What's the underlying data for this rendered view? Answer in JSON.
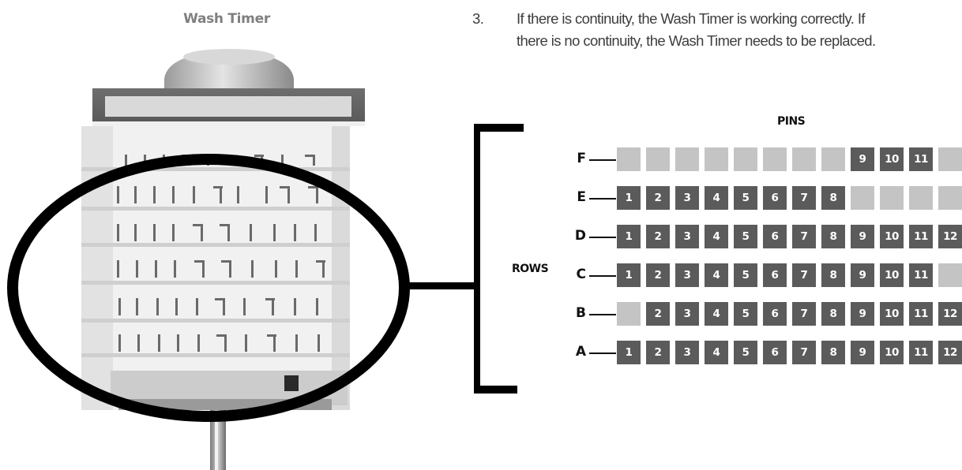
{
  "photo": {
    "caption": "Wash Timer"
  },
  "instruction": {
    "number": "3.",
    "line1": "If there is continuity, the Wash Timer is working correctly. If",
    "line2": "there is no continuity, the Wash Timer needs to be replaced."
  },
  "diagram": {
    "pins_label": "PINS",
    "rows_label": "ROWS",
    "colors": {
      "active_pin": "#5b5b5b",
      "empty_pin": "#c4c4c4",
      "ink": "#111111"
    },
    "rows": [
      {
        "label": "F",
        "pins": [
          "",
          "",
          "",
          "",
          "",
          "",
          "",
          "",
          "9",
          "10",
          "11",
          ""
        ]
      },
      {
        "label": "E",
        "pins": [
          "1",
          "2",
          "3",
          "4",
          "5",
          "6",
          "7",
          "8",
          "",
          "",
          "",
          ""
        ]
      },
      {
        "label": "D",
        "pins": [
          "1",
          "2",
          "3",
          "4",
          "5",
          "6",
          "7",
          "8",
          "9",
          "10",
          "11",
          "12"
        ]
      },
      {
        "label": "C",
        "pins": [
          "1",
          "2",
          "3",
          "4",
          "5",
          "6",
          "7",
          "8",
          "9",
          "10",
          "11",
          ""
        ]
      },
      {
        "label": "B",
        "pins": [
          "",
          "2",
          "3",
          "4",
          "5",
          "6",
          "7",
          "8",
          "9",
          "10",
          "11",
          "12"
        ]
      },
      {
        "label": "A",
        "pins": [
          "1",
          "2",
          "3",
          "4",
          "5",
          "6",
          "7",
          "8",
          "9",
          "10",
          "11",
          "12"
        ]
      }
    ]
  }
}
